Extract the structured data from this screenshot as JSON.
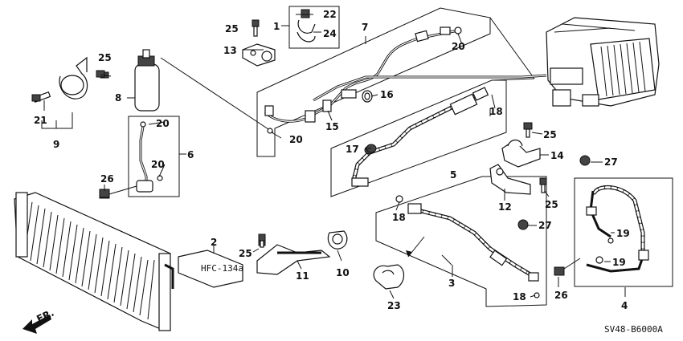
{
  "callouts": {
    "c1": "1",
    "c2": "2",
    "c3": "3",
    "c4": "4",
    "c5": "5",
    "c6": "6",
    "c7": "7",
    "c8": "8",
    "c9": "9",
    "c10": "10",
    "c11": "11",
    "c12": "12",
    "c13": "13",
    "c14": "14",
    "c15": "15",
    "c16": "16",
    "c17": "17",
    "c18a": "18",
    "c18b": "18",
    "c18c": "18",
    "c19a": "19",
    "c19b": "19",
    "c20a": "20",
    "c20b": "20",
    "c20c": "20",
    "c20d": "20",
    "c21": "21",
    "c22": "22",
    "c23": "23",
    "c24": "24",
    "c25a": "25",
    "c25b": "25",
    "c25c": "25",
    "c25d": "25",
    "c25e": "25",
    "c26a": "26",
    "c26b": "26",
    "c27a": "27",
    "c27b": "27"
  },
  "diagram_code": "SV48-B6000A",
  "direction_label": "FR.",
  "label_plate_text": "HFC-134a"
}
